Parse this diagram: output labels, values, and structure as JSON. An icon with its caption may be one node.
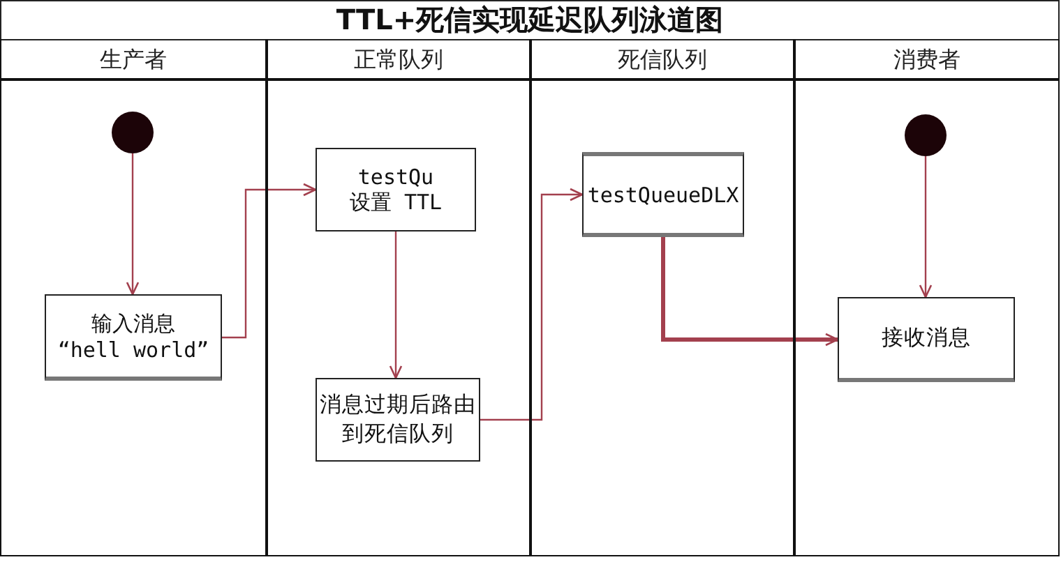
{
  "diagram": {
    "title": "TTL+死信实现延迟队列泳道图",
    "nodes": [
      {
        "text": [
          "生产者"
        ]
      },
      {
        "text": [
          "正常队列"
        ]
      },
      {
        "text": [
          "死信队列"
        ]
      },
      {
        "text": [
          "消费者"
        ]
      },
      {
        "text": [],
        "shape": "circle",
        "in": 0
      },
      {
        "text": [
          "输入消息",
          "“hell world”"
        ],
        "in": 0
      },
      {
        "text": [
          "testQu",
          "设置 TTL"
        ],
        "in": 1
      },
      {
        "text": [
          "消息过期后路由到死信队列"
        ],
        "in": 1
      },
      {
        "text": [
          "testQueueDLX"
        ],
        "in": 2
      },
      {
        "text": [],
        "shape": "circle",
        "in": 3
      },
      {
        "text": [
          "接收消息"
        ],
        "in": 3
      }
    ],
    "edges": [
      {
        "from": 4,
        "to": 5,
        "arrow": "to"
      },
      {
        "from": 5,
        "to": 6,
        "arrow": "to"
      },
      {
        "from": 6,
        "to": 7,
        "arrow": "to"
      },
      {
        "from": 7,
        "to": 8,
        "arrow": "to"
      },
      {
        "from": 8,
        "to": 10,
        "arrow": "to",
        "style": "thick"
      },
      {
        "from": 9,
        "to": 10,
        "arrow": "to"
      }
    ]
  }
}
